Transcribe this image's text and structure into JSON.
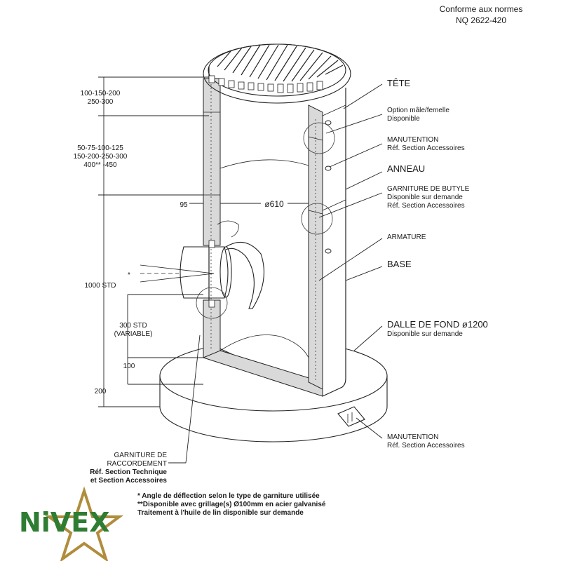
{
  "standards": {
    "line1": "Conforme aux normes",
    "line2": "NQ 2622-420"
  },
  "components": {
    "tete": "TÊTE",
    "option_line1": "Option mâle/femelle",
    "option_line2": "Disponible",
    "manutention_top_line1": "MANUTENTION",
    "manutention_top_line2": "Réf. Section Accessoires",
    "anneau": "ANNEAU",
    "butyle_line1": "GARNITURE DE BUTYLE",
    "butyle_line2": "Disponible sur demande",
    "butyle_line3": "Réf. Section Accessoires",
    "armature": "ARMATURE",
    "base": "BASE",
    "dalle_line1": "DALLE DE FOND ø1200",
    "dalle_line2": "Disponible sur demande",
    "manutention_bottom_line1": "MANUTENTION",
    "manutention_bottom_line2": "Réf. Section Accessoires",
    "raccord_line1": "GARNITURE DE",
    "raccord_line2": "RACCORDEMENT",
    "raccord_line3": "Réf. Section Technique",
    "raccord_line4": "et Section Accessoires"
  },
  "dimensions": {
    "tete_line1": "100-150-200",
    "tete_line2": "250-300",
    "anneau_line1": "50-75-100-125",
    "anneau_line2": "150-200-250-300",
    "anneau_line3": "400** -450",
    "wall": "95",
    "diameter": "ø610",
    "deflection": "*",
    "base_height": "1000 STD",
    "pipe_line1": "300 STD",
    "pipe_line2": "(VARIABLE)",
    "floor": "100",
    "slab": "200"
  },
  "notes": {
    "line1": "* Angle de déflection selon le type de garniture utilisée",
    "line2": "**Disponible avec grillage(s) Ø100mm en acier galvanisé",
    "line3": "Traitement à l'huile de lin disponible sur demande"
  },
  "logo": {
    "text": "NiVEX",
    "color": "#2e7d32",
    "star_color": "#b08d3c"
  }
}
